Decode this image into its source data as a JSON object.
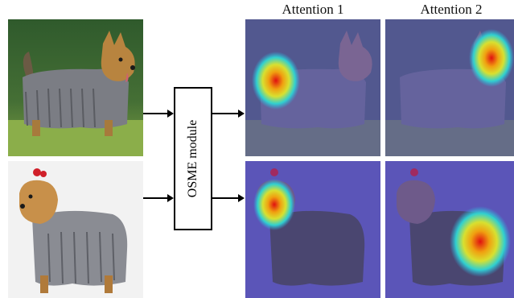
{
  "header": {
    "attention_1": "Attention 1",
    "attention_2": "Attention 2"
  },
  "module": {
    "label": "OSME module"
  },
  "inputs": [
    {
      "name": "silky-terrier-photo"
    },
    {
      "name": "yorkshire-terrier-photo"
    }
  ],
  "colors": {
    "overlay_purple": "#5b55b8",
    "grass_green": "#6f9a3a",
    "fur_gray": "#7a7a80",
    "fur_tan": "#b07a3a"
  }
}
